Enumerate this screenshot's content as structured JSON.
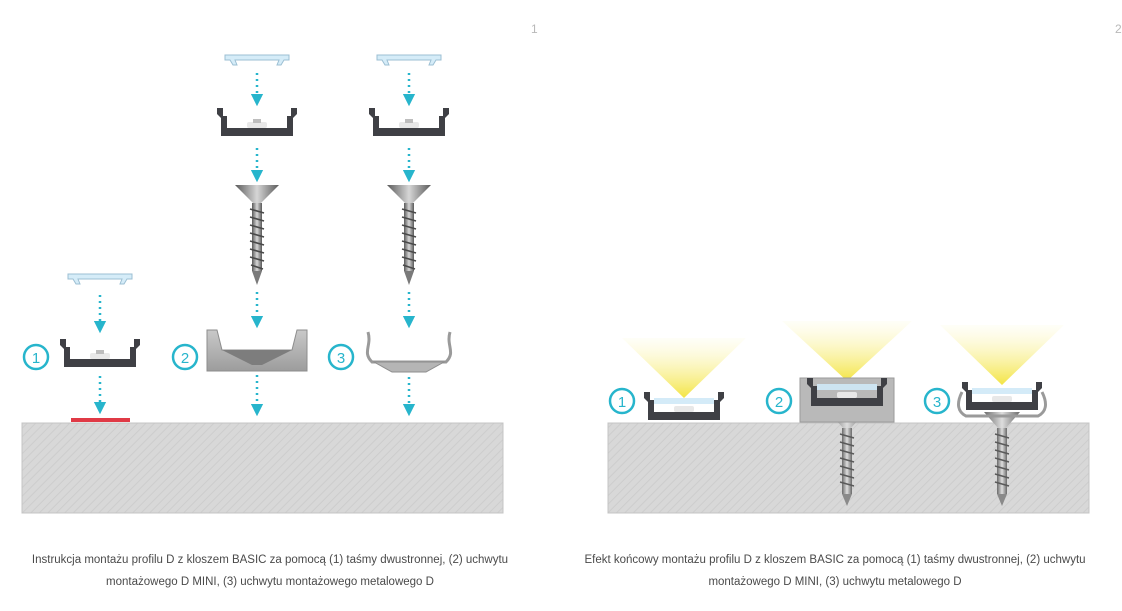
{
  "panels": [
    {
      "page_number": "1",
      "caption_line1": "Instrukcja montażu profilu D z kloszem BASIC za pomocą (1) taśmy dwustronnej, (2) uchwytu",
      "caption_line2": "montażowego D MINI, (3) uchwytu montażowego metalowego D",
      "steps": [
        "1",
        "2",
        "3"
      ]
    },
    {
      "page_number": "2",
      "caption_line1": "Efekt końcowy montażu profilu D z kloszem BASIC za pomocą (1) taśmy dwustronnej, (2) uchwytu",
      "caption_line2": "montażowego D MINI, (3) uchwytu metalowego D",
      "steps": [
        "1",
        "2",
        "3"
      ]
    }
  ],
  "colors": {
    "accent": "#27b5cc",
    "tape": "#e03a46",
    "profile": "#3f4045",
    "surface": "#d9d9d9",
    "diffuser": "#cfe9f7",
    "light": "#fbf29a"
  }
}
